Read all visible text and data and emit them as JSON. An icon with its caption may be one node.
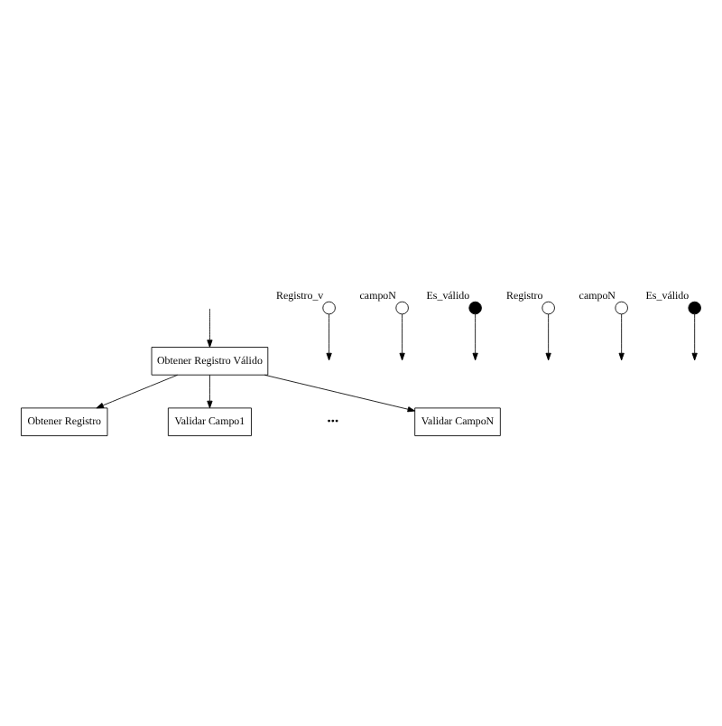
{
  "diagram": {
    "nodes": [
      {
        "text": [
          "Obtener Registro Válido"
        ]
      },
      {
        "text": [
          "Obtener Registro"
        ]
      },
      {
        "text": [
          "Validar Campo1"
        ]
      },
      {
        "text": [
          "Validar CampoN"
        ]
      },
      {
        "text": [],
        "shape": "circle",
        "beside": [
          "Registro_v"
        ]
      },
      {
        "text": [],
        "shape": "circle",
        "beside": [
          "campoN"
        ]
      },
      {
        "text": [],
        "shape": "dot",
        "beside": [
          "Es_válido"
        ]
      },
      {
        "text": [],
        "shape": "circle",
        "beside": [
          "Registro"
        ]
      },
      {
        "text": [],
        "shape": "circle",
        "beside": [
          "campoN"
        ]
      },
      {
        "text": [],
        "shape": "dot",
        "beside": [
          "Es_válido"
        ]
      }
    ],
    "edges": [
      {
        "from": null,
        "to": 0,
        "arrow": "to"
      },
      {
        "from": 0,
        "to": 1,
        "arrow": "to"
      },
      {
        "from": 0,
        "to": 2,
        "arrow": "to"
      },
      {
        "from": 0,
        "to": 3,
        "arrow": "to"
      },
      {
        "from": 4,
        "to": null,
        "arrow": "to"
      },
      {
        "from": 5,
        "to": null,
        "arrow": "to"
      },
      {
        "from": 6,
        "to": null,
        "arrow": "to"
      },
      {
        "from": 7,
        "to": null,
        "arrow": "to"
      },
      {
        "from": 8,
        "to": null,
        "arrow": "to"
      },
      {
        "from": 9,
        "to": null,
        "arrow": "to"
      }
    ],
    "labels": [
      "•••"
    ]
  }
}
